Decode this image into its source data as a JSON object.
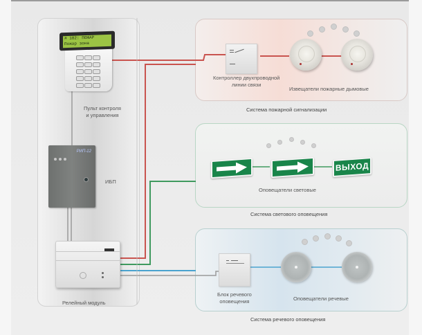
{
  "diagram": {
    "colors": {
      "fire_line": "#c9534e",
      "light_line": "#3f9a5f",
      "voice_line": "#4aa3cf",
      "power_line": "#9a9a9a",
      "exit_sign_green": "#19854a"
    },
    "central": {
      "keypad": {
        "label": "Пульт контроля\nи управления",
        "screen_line1": "# 102: ПОЖАР",
        "screen_line2": "Пожар зона"
      },
      "ups": {
        "label": "ИБП",
        "brand": "РИП-12"
      },
      "relay": {
        "label": "Релейный модуль"
      }
    },
    "systems": [
      {
        "id": "fire",
        "title": "Система пожарной сигнализации",
        "controller_label": "Контроллер двухпроводной\nлинии связи",
        "devices_label": "Извещатели пожарные дымовые",
        "device_icon": "smoke-detector-icon",
        "device_count": 2
      },
      {
        "id": "light",
        "title": "Система светового оповещения",
        "devices_label": "Оповещатели световые",
        "exit_sign_text": "ВЫХОД",
        "device_icon": "exit-arrow-sign-icon",
        "device_count": 3
      },
      {
        "id": "voice",
        "title": "Система речевого оповещения",
        "controller_label": "Блок речевого\nоповещения",
        "devices_label": "Оповещатели речевые",
        "device_icon": "speaker-icon",
        "device_count": 2
      }
    ]
  }
}
